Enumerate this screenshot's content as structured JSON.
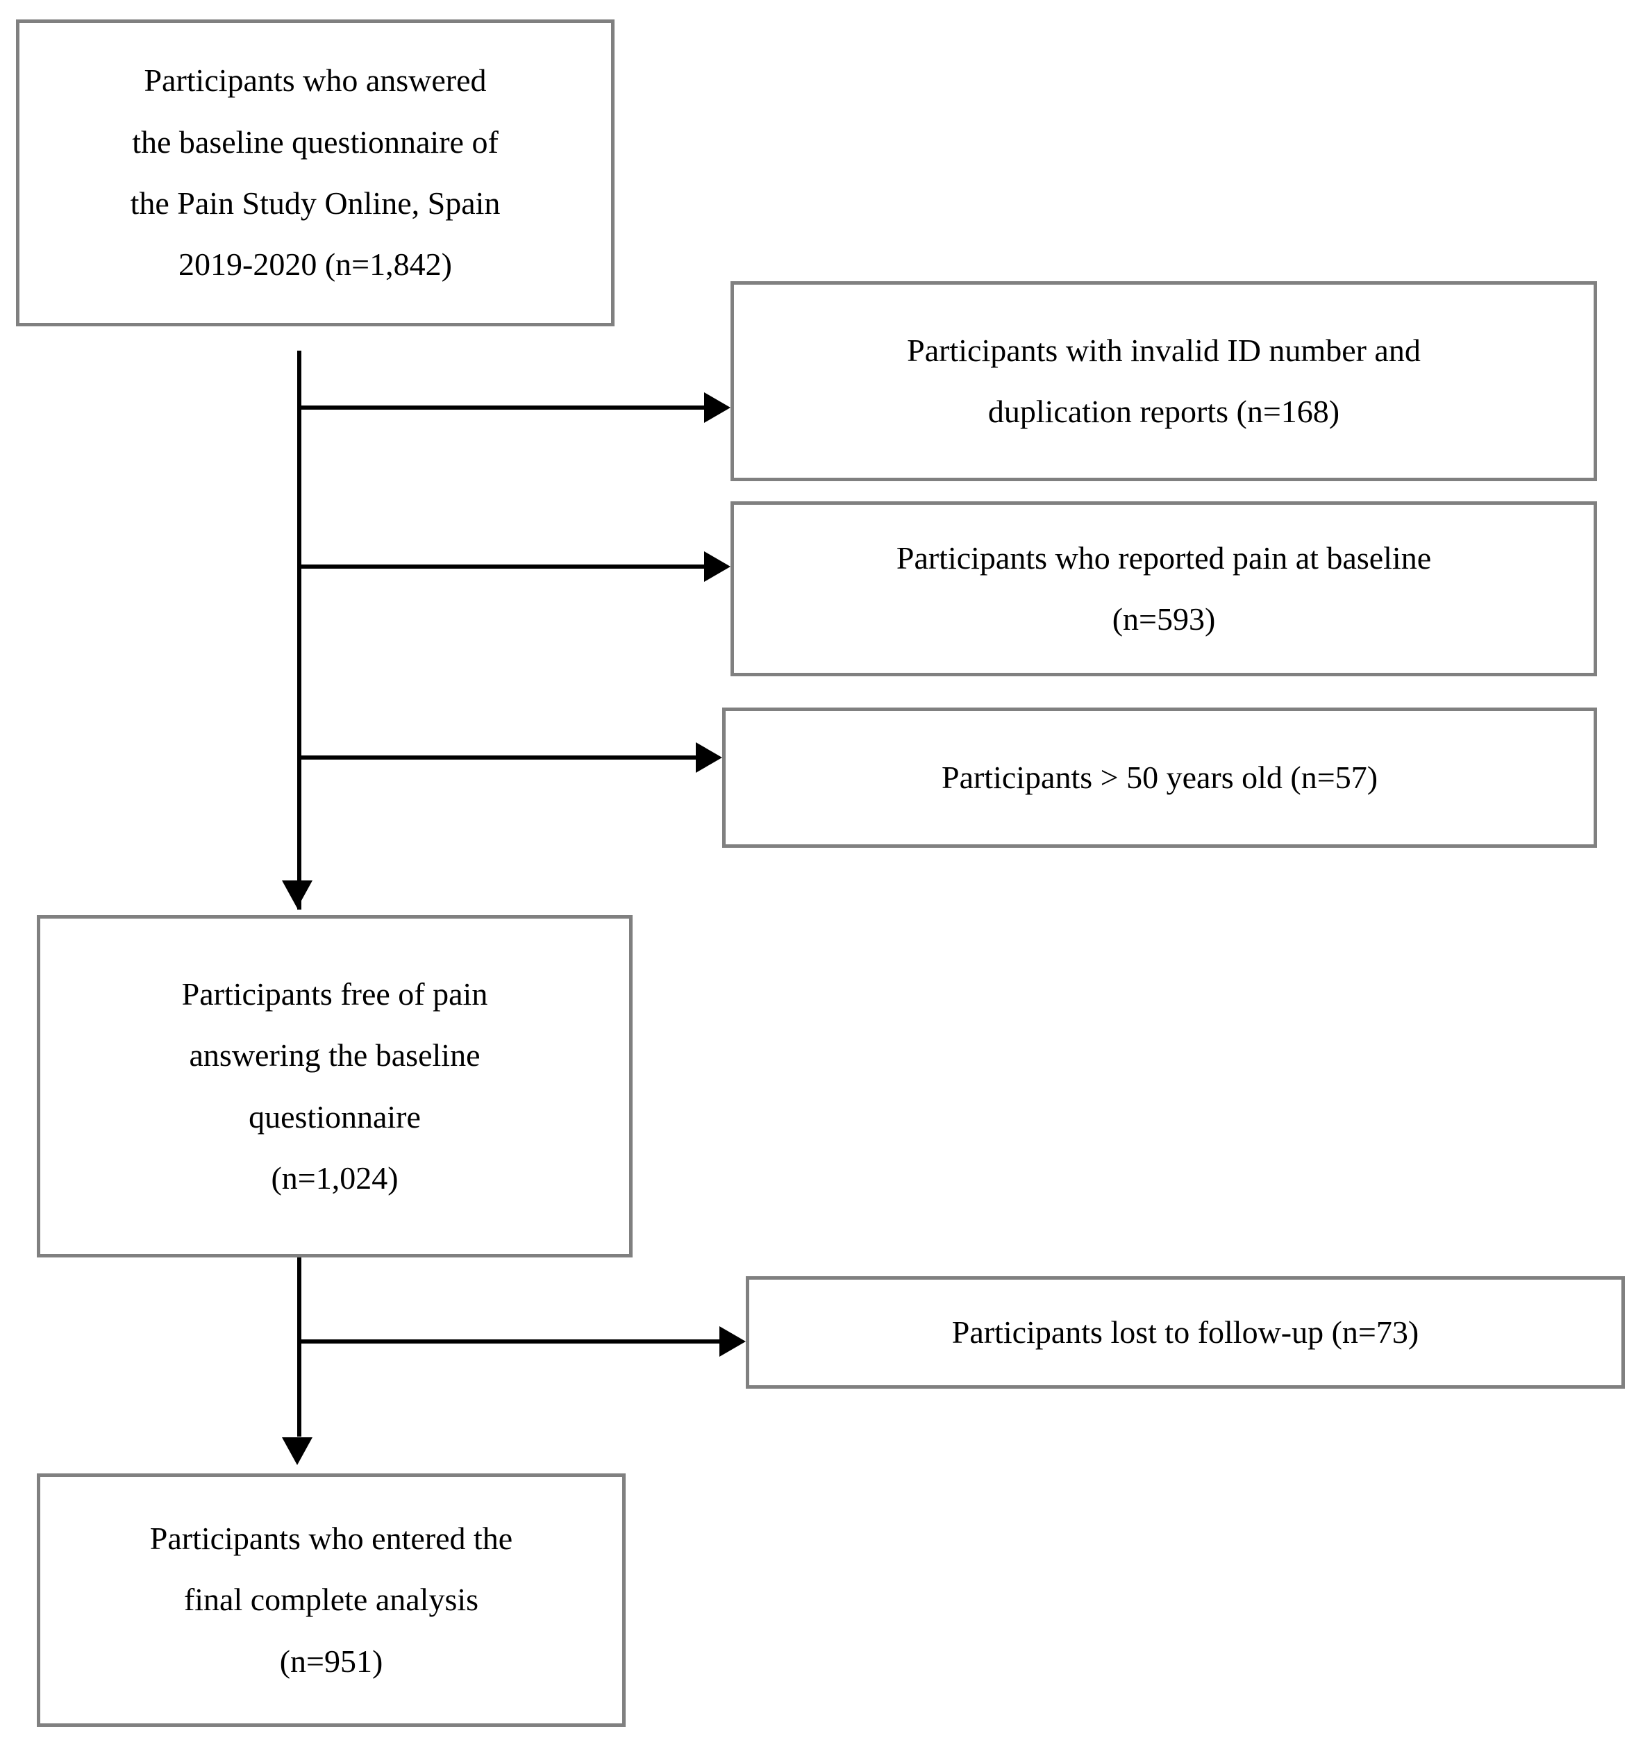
{
  "diagram": {
    "kind": "participant-flow-diagram",
    "border_color": "#808080",
    "line_color": "#000000",
    "background_color": "#ffffff",
    "boxes": [
      {
        "id": "baseline",
        "name": "baseline-questionnaire-box",
        "lines": [
          "Participants who answered",
          "the baseline questionnaire of",
          "the Pain Study Online, Spain",
          "2019-2020 (n=1,842)"
        ],
        "n": 1842
      },
      {
        "id": "invalid_id",
        "name": "invalid-id-exclusion-box",
        "lines": [
          "Participants with invalid ID number and",
          "duplication reports (n=168)"
        ],
        "n": 168
      },
      {
        "id": "pain_baseline",
        "name": "pain-at-baseline-exclusion-box",
        "lines": [
          "Participants who reported pain at baseline",
          "(n=593)"
        ],
        "n": 593
      },
      {
        "id": "age_over_50",
        "name": "age-over-50-exclusion-box",
        "lines": [
          "Participants > 50 years old (n=57)"
        ],
        "n": 57
      },
      {
        "id": "free_of_pain",
        "name": "free-of-pain-box",
        "lines": [
          "Participants free of pain",
          "answering the baseline",
          "questionnaire",
          "(n=1,024)"
        ],
        "n": 1024
      },
      {
        "id": "lost_followup",
        "name": "lost-to-follow-up-exclusion-box",
        "lines": [
          "Participants lost to follow-up (n=73)"
        ],
        "n": 73
      },
      {
        "id": "final",
        "name": "final-analysis-box",
        "lines": [
          "Participants who entered the",
          "final complete analysis",
          "(n=951)"
        ],
        "n": 951
      }
    ],
    "connectors": [
      {
        "name": "trunk-baseline-to-free-of-pain",
        "type": "vertical-arrow-down"
      },
      {
        "name": "trunk-free-of-pain-to-final",
        "type": "vertical-arrow-down"
      },
      {
        "name": "branch-to-invalid-id",
        "type": "horizontal-arrow-right"
      },
      {
        "name": "branch-to-pain-at-baseline",
        "type": "horizontal-arrow-right"
      },
      {
        "name": "branch-to-age-over-50",
        "type": "horizontal-arrow-right"
      },
      {
        "name": "branch-to-lost-follow-up",
        "type": "horizontal-arrow-right"
      }
    ]
  }
}
